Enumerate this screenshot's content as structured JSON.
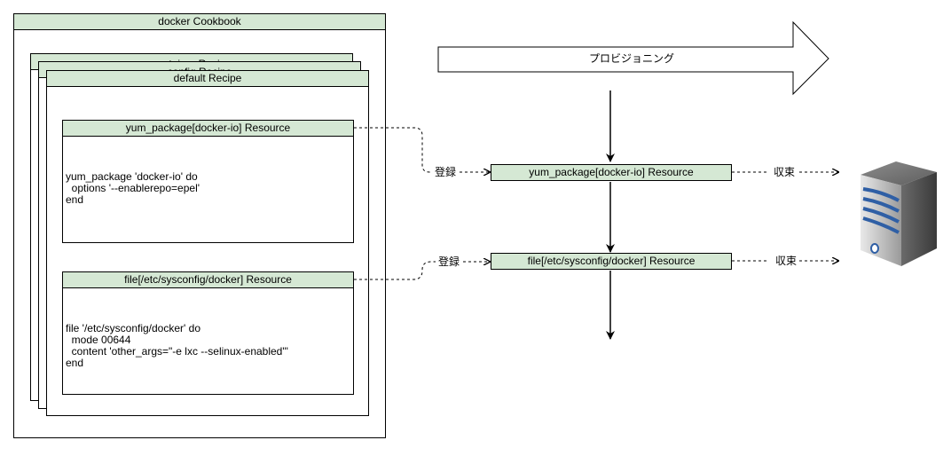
{
  "cookbook": {
    "title": "docker Cookbook"
  },
  "recipes": {
    "container_title": "container Recipe",
    "config_title": "config Recipe",
    "default_title": "default Recipe"
  },
  "resources": {
    "yum": {
      "title": "yum_package[docker-io] Resource",
      "code": "yum_package 'docker-io' do\n  options '--enablerepo=epel'\nend"
    },
    "file": {
      "title": "file[/etc/sysconfig/docker] Resource",
      "code": "file '/etc/sysconfig/docker' do\n  mode 00644\n  content 'other_args=\"-e lxc --selinux-enabled\"'\nend"
    }
  },
  "provisioning": {
    "arrow_label": "プロビジョニング",
    "yum_resource": "yum_package[docker-io] Resource",
    "file_resource": "file[/etc/sysconfig/docker] Resource",
    "register_label_1": "登録",
    "register_label_2": "登録",
    "converge_label_1": "収束",
    "converge_label_2": "収束"
  },
  "server": {
    "icon": "server-icon"
  }
}
